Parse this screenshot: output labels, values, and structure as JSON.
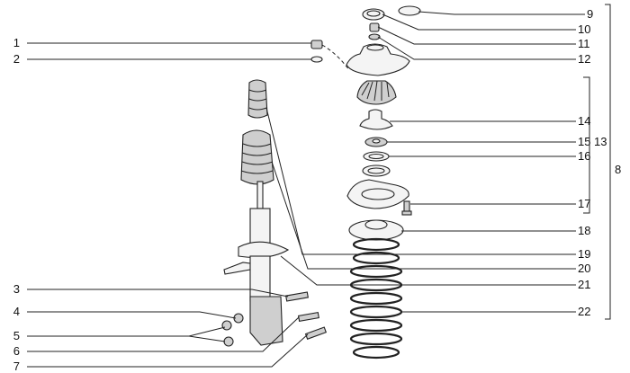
{
  "diagram": {
    "title": "Front suspension strut exploded view",
    "left_callouts": [
      "1",
      "2",
      "3",
      "4",
      "5",
      "6",
      "7"
    ],
    "right_callouts": [
      "9",
      "10",
      "11",
      "12",
      "14",
      "15",
      "16",
      "17",
      "18",
      "19",
      "20",
      "21",
      "22"
    ],
    "group_callouts": {
      "assembly_13": "13",
      "assembly_8": "8"
    }
  }
}
